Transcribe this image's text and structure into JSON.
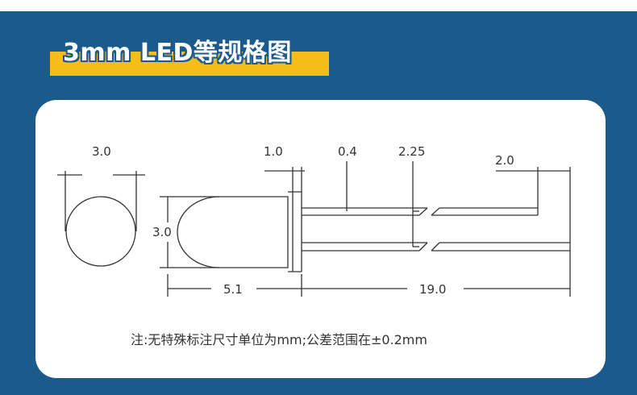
{
  "header": {
    "title": "3mm LED等规格图"
  },
  "dimensions": {
    "diameter_top": "3.0",
    "lens_gap": "1.0",
    "lead_thickness": "0.4",
    "lead_spacing": "2.25",
    "lead_offset": "2.0",
    "body_height": "3.0",
    "body_length": "5.1",
    "lead_length": "19.0"
  },
  "note": "注:无特殊标注尺寸单位为mm;公差范围在±0.2mm",
  "colors": {
    "background": "#1a5b8c",
    "banner": "#f6bd1a",
    "card": "#ffffff",
    "line": "#333333"
  }
}
